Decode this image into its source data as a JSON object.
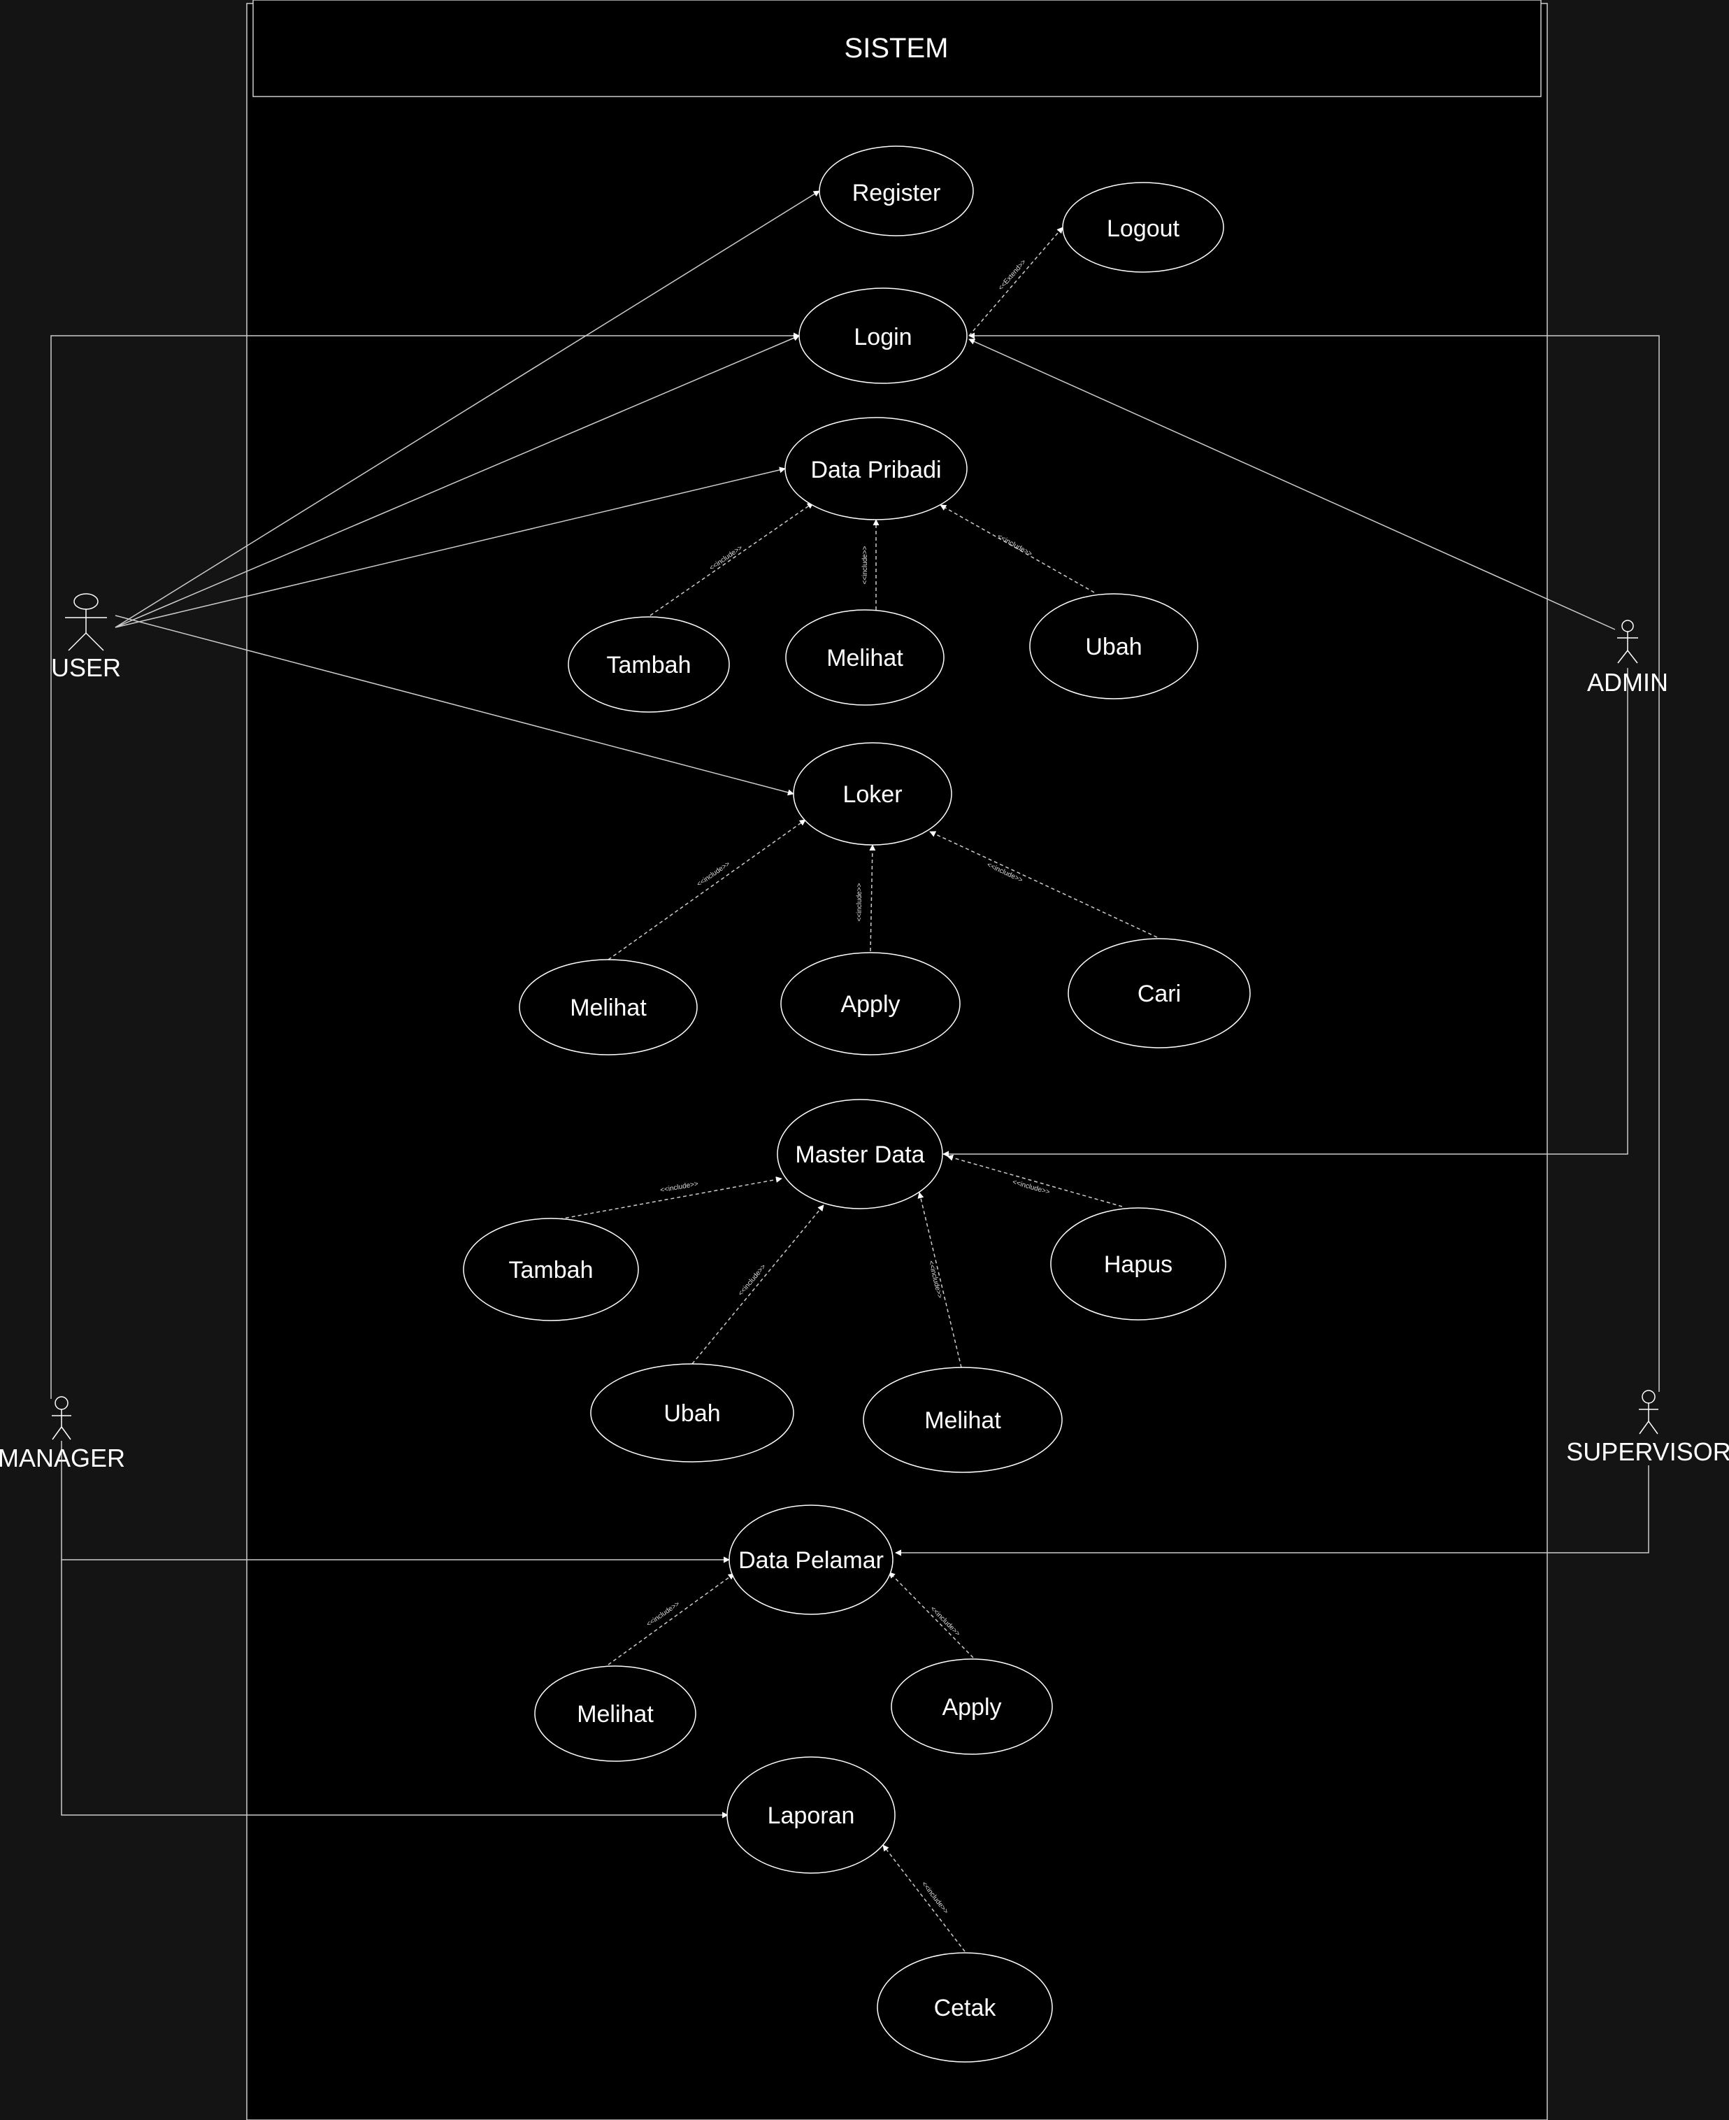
{
  "colors": {
    "page_bg": "#141414",
    "system_bg": "#000000",
    "stroke": "#ffffff",
    "text": "#ffffff"
  },
  "system": {
    "title": "SISTEM"
  },
  "actors": {
    "user": "USER",
    "admin": "ADMIN",
    "manager": "MANAGER",
    "supervisor": "SUPERVISOR"
  },
  "usecases": {
    "register": "Register",
    "logout": "Logout",
    "login": "Login",
    "data_pribadi": "Data Pribadi",
    "dp_tambah": "Tambah",
    "dp_melihat": "Melihat",
    "dp_ubah": "Ubah",
    "loker": "Loker",
    "lk_melihat": "Melihat",
    "lk_apply": "Apply",
    "lk_cari": "Cari",
    "master_data": "Master Data",
    "md_tambah": "Tambah",
    "md_hapus": "Hapus",
    "md_ubah": "Ubah",
    "md_melihat": "Melihat",
    "data_pelamar": "Data Pelamar",
    "pl_melihat": "Melihat",
    "pl_apply": "Apply",
    "laporan": "Laporan",
    "cetak": "Cetak"
  },
  "stereotypes": {
    "extend": "<<Extend>>",
    "include": "<<include>>"
  }
}
